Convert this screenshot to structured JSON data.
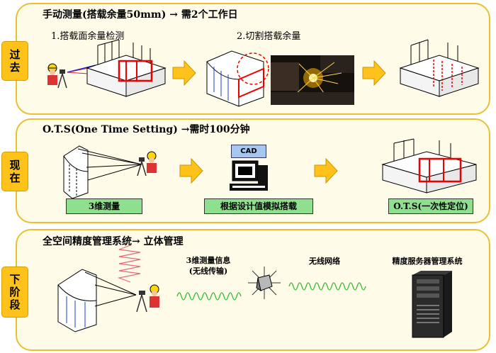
{
  "rows": [
    {
      "tag_chars": [
        "过",
        "去"
      ],
      "heading": "手动测量(搭载余量50mm) → 需2个工作日",
      "steps": [
        "1.搭载面余量检测",
        "2.切割搭载余量"
      ]
    },
    {
      "tag_chars": [
        "现",
        "在"
      ],
      "heading": "O.T.S(One Time Setting) →需时100分钟",
      "cad_label": "CAD",
      "boxes": [
        "3维测量",
        "根据设计值模拟搭载",
        "O.T.S(一次性定位)"
      ]
    },
    {
      "tag_chars": [
        "下",
        "阶",
        "段"
      ],
      "heading": "全空间精度管理系统→ 立体管理",
      "labels": [
        "3维测量信息\n(无线传输)",
        "无线网络",
        "精度服务器管理系统"
      ]
    }
  ],
  "colors": {
    "panel_border": "#e8c032",
    "panel_bg": "#fffbe9",
    "tag_bg": "#ffc21a",
    "arrow": "#ffc21a",
    "green_box": "#8ee08e",
    "wave": "#2db82d"
  },
  "icons": [
    "surveyor-icon",
    "block-structure-icon",
    "cutting-photo",
    "computer-cad-icon",
    "antenna-icon",
    "server-tower-icon"
  ]
}
